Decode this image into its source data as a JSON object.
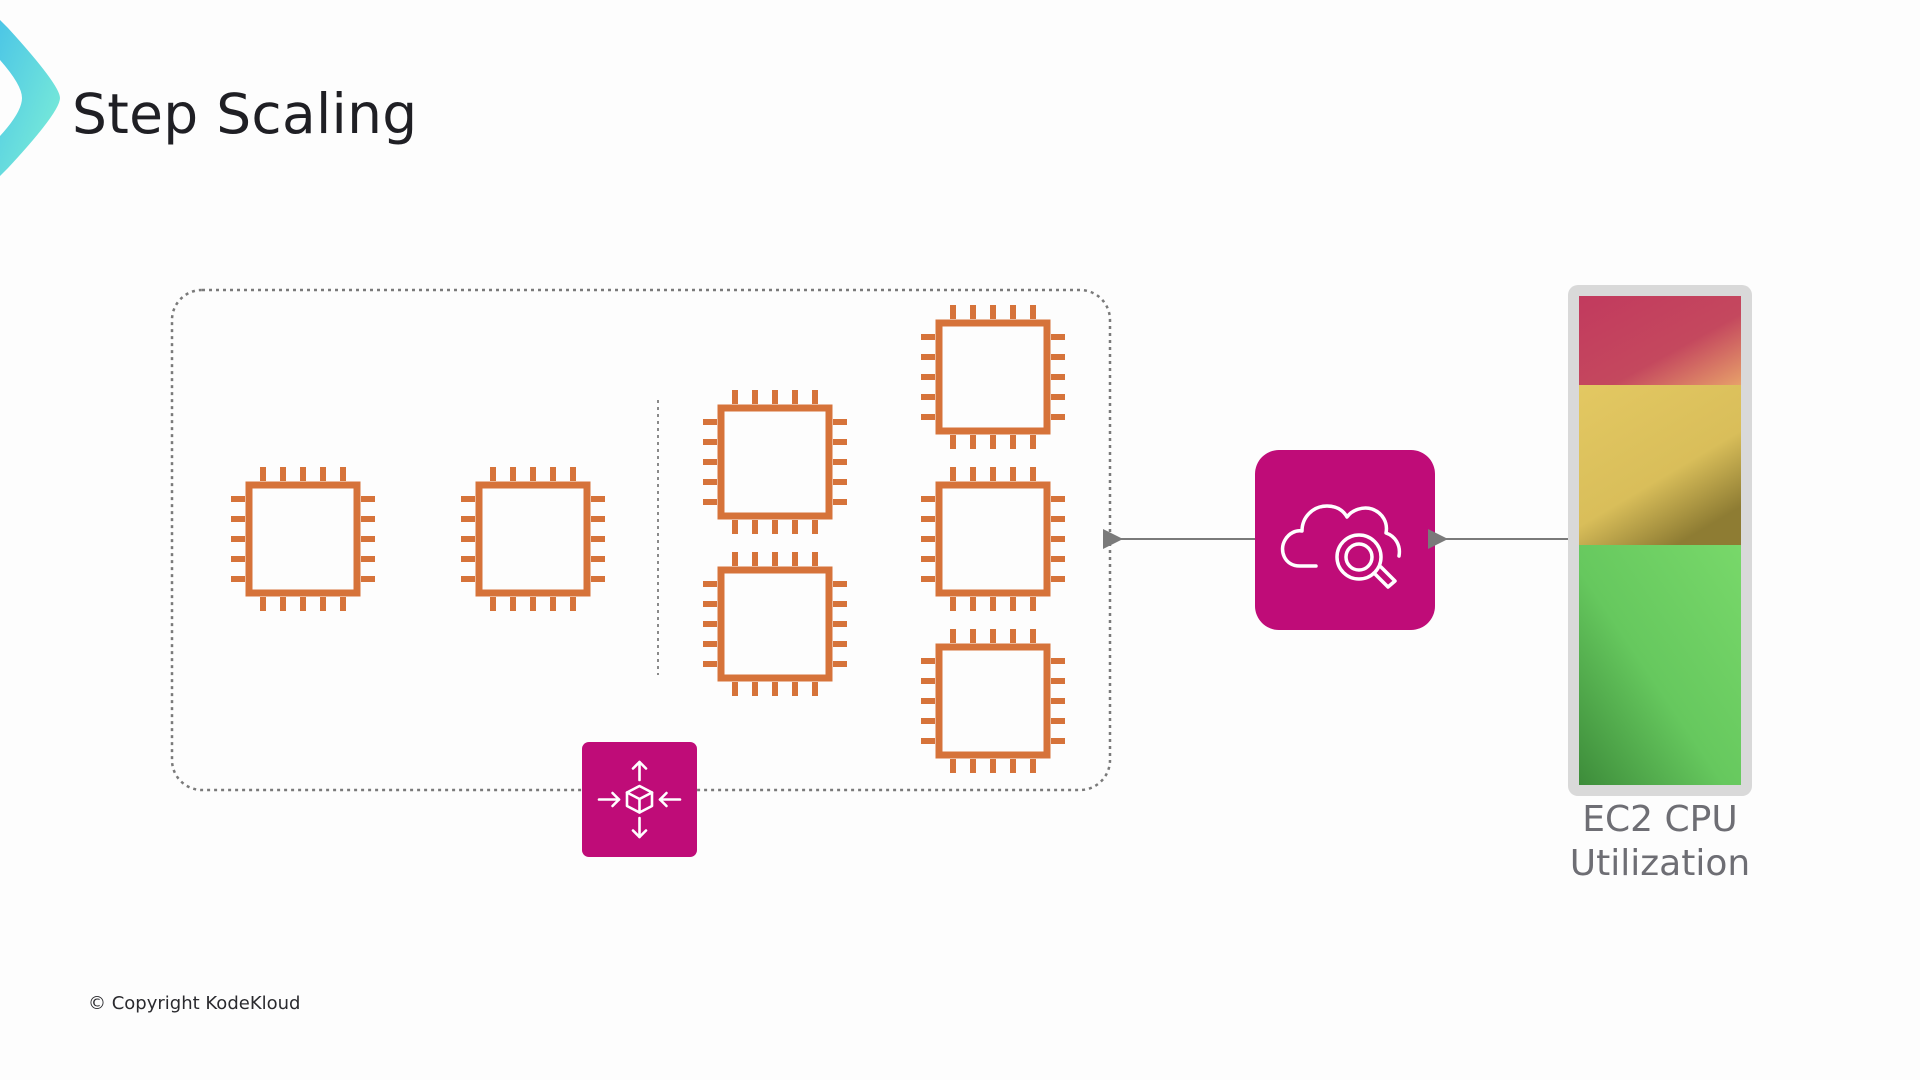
{
  "slide": {
    "title": "Step Scaling",
    "copyright": "© Copyright KodeKloud"
  },
  "colors": {
    "ec2_instance_orange": "#d6733a",
    "aws_service_magenta": "#bf0c78",
    "metric_red": "#bd4262",
    "metric_yellow": "#dcc25c",
    "metric_green": "#6fd466",
    "brand_accent": "#5fe0cf"
  },
  "diagram": {
    "auto_scaling_group": {
      "icon": "auto-scaling-icon",
      "baseline_instances": 2,
      "scaled_instances": 5
    },
    "monitor": {
      "icon": "cloudwatch-icon"
    },
    "metric_bar": {
      "label_line1": "EC2 CPU",
      "label_line2": "Utilization",
      "segments": [
        "red",
        "yellow",
        "green"
      ]
    }
  }
}
